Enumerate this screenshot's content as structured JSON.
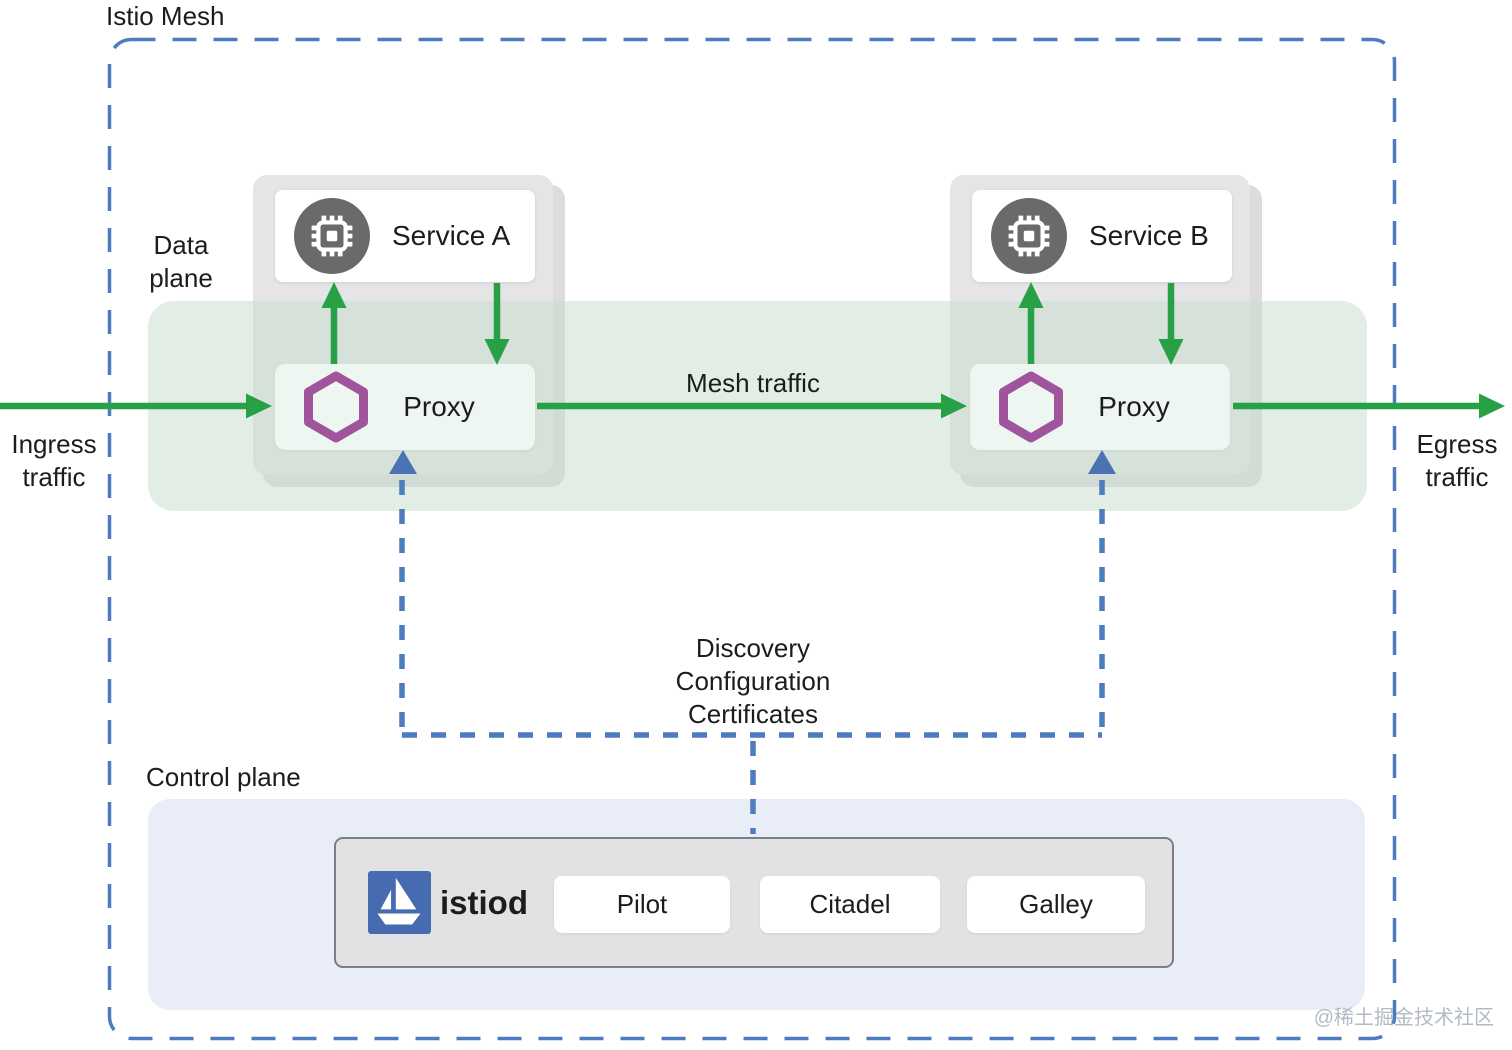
{
  "title": "Istio Mesh",
  "labels": {
    "data_plane": [
      "Data",
      "plane"
    ],
    "control_plane": "Control plane",
    "ingress": [
      "Ingress",
      "traffic"
    ],
    "egress": [
      "Egress",
      "traffic"
    ],
    "mesh_traffic": "Mesh traffic",
    "discovery": [
      "Discovery",
      "Configuration",
      "Certificates"
    ]
  },
  "services": {
    "service_a": "Service A",
    "service_b": "Service B",
    "proxy_a": "Proxy",
    "proxy_b": "Proxy"
  },
  "istiod": {
    "label": "istiod",
    "components": [
      "Pilot",
      "Citadel",
      "Galley"
    ]
  },
  "watermark": "@稀土掘金技术社区",
  "colors": {
    "traffic_green": "#28a046",
    "control_blue": "#4d7cc0",
    "proxy_purple": "#a0549b",
    "istio_logo_blue": "#466bb0"
  }
}
